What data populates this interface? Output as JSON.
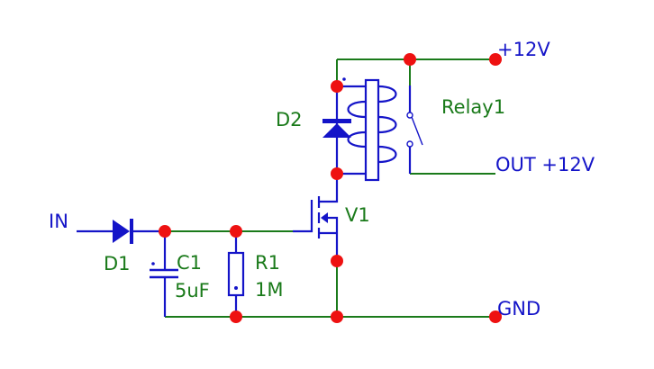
{
  "diagram": {
    "type": "circuit-schematic",
    "colors": {
      "net_wire": "#1a7a1a",
      "component": "#1414c8",
      "junction": "#ee1111",
      "component_label": "#1a7a1a",
      "port_label": "#1414c8"
    },
    "ports": {
      "vcc": "+12V",
      "out": "OUT +12V",
      "gnd": "GND",
      "in": "IN"
    },
    "components": {
      "d1": {
        "ref": "D1",
        "kind": "diode"
      },
      "c1": {
        "ref": "C1",
        "value": "5uF",
        "kind": "polarized-capacitor"
      },
      "r1": {
        "ref": "R1",
        "value": "1M",
        "kind": "resistor"
      },
      "v1": {
        "ref": "V1",
        "kind": "n-channel-mosfet"
      },
      "d2": {
        "ref": "D2",
        "kind": "flyback-diode"
      },
      "relay1": {
        "ref": "Relay1",
        "kind": "relay"
      }
    }
  }
}
